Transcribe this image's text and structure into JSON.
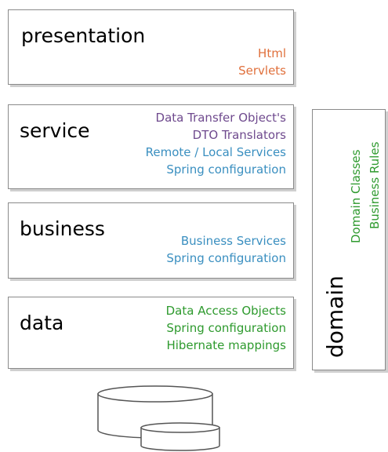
{
  "layers": {
    "presentation": {
      "title": "presentation",
      "items": [
        "Html",
        "Servlets"
      ]
    },
    "service": {
      "title": "service",
      "items": [
        "Data Transfer Object's",
        "DTO Translators",
        "Remote / Local Services",
        "Spring configuration"
      ]
    },
    "business": {
      "title": "business",
      "items": [
        "Business Services",
        "Spring configuration"
      ]
    },
    "data": {
      "title": "data",
      "items": [
        "Data Access Objects",
        "Spring configuration",
        "Hibernate mappings"
      ]
    },
    "domain": {
      "title": "domain",
      "items": [
        "Domain Classes",
        "Business Rules"
      ]
    }
  },
  "colors": {
    "orange": "#e0703c",
    "purple": "#6f4a8e",
    "blue": "#3a8fc0",
    "green": "#2e9a2e",
    "border": "#8a8a8a",
    "shadow": "#cfcfcf"
  },
  "icons": {
    "database": "database-icon"
  }
}
